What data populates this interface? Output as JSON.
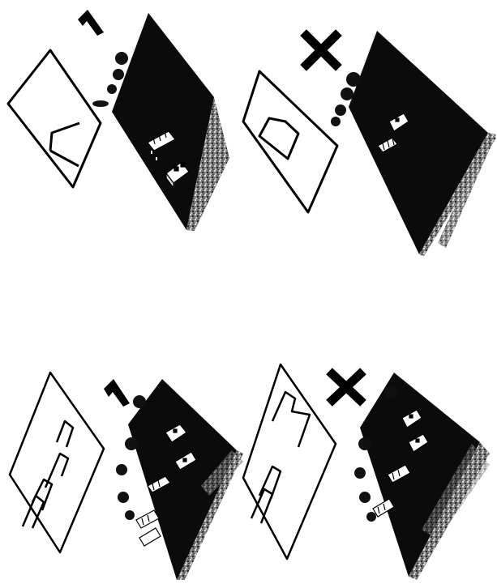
{
  "figure": {
    "panels": [
      {
        "id": "top-left",
        "mark": "check",
        "label": ""
      },
      {
        "id": "top-right",
        "mark": "cross",
        "label": ""
      },
      {
        "id": "bottom-left",
        "mark": "check",
        "label": ""
      },
      {
        "id": "bottom-right",
        "mark": "cross",
        "label": ""
      }
    ],
    "colors": {
      "ink": "#000000",
      "paper": "#ffffff",
      "scene_dark": "#0b0b0b",
      "scene_edge": "#8a8a8a"
    },
    "icons": {
      "check": "check-icon",
      "cross": "cross-icon"
    }
  }
}
